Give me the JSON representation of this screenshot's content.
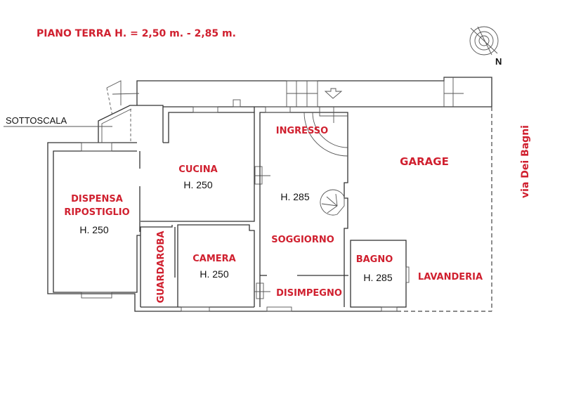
{
  "title": "PIANO TERRA H. = 2,50 m. - 2,85 m.",
  "compass": {
    "label": "N"
  },
  "street": "via Dei Bagni",
  "annotation": "SOTTOSCALA",
  "rooms": {
    "dispensa": {
      "name1": "DISPENSA",
      "name2": "RIPOSTIGLIO",
      "height": "H. 250"
    },
    "cucina": {
      "name": "CUCINA",
      "height": "H. 250"
    },
    "camera": {
      "name": "CAMERA",
      "height": "H. 250"
    },
    "guardaroba": {
      "name": "GUARDAROBA"
    },
    "ingresso": {
      "name": "INGRESSO"
    },
    "soggiorno": {
      "name": "SOGGIORNO",
      "height": "H. 285"
    },
    "disimpegno": {
      "name": "DISIMPEGNO"
    },
    "bagno": {
      "name": "BAGNO",
      "height": "H. 285"
    },
    "garage": {
      "name": "GARAGE"
    },
    "lavanderia": {
      "name": "LAVANDERIA"
    }
  },
  "colors": {
    "label": "#d0202f",
    "wall": "#333333"
  }
}
